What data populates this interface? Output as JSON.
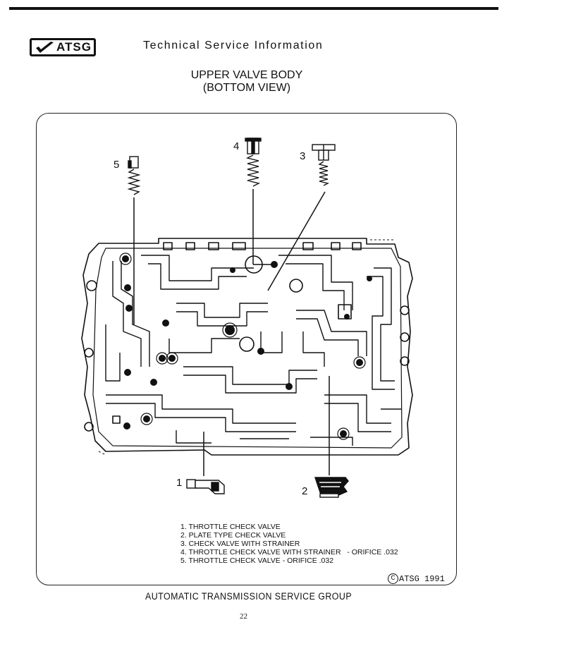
{
  "header": {
    "logo_text": "ATSG",
    "title": "Technical Service Information"
  },
  "diagram": {
    "title_line1": "UPPER VALVE BODY",
    "title_line2": "(BOTTOM VIEW)",
    "callouts": [
      "1",
      "2",
      "3",
      "4",
      "5"
    ],
    "legend": [
      "1. THROTTLE CHECK VALVE",
      "2. PLATE TYPE CHECK VALVE",
      "3. CHECK VALVE WITH STRAINER",
      "4. THROTTLE CHECK VALVE WITH STRAINER   - ORIFICE .032",
      "5. THROTTLE CHECK VALVE - ORIFICE .032"
    ],
    "copyright_symbol": "C",
    "copyright": "ATSG 1991"
  },
  "footer": {
    "organization": "AUTOMATIC TRANSMISSION SERVICE GROUP",
    "page_number": "22"
  }
}
